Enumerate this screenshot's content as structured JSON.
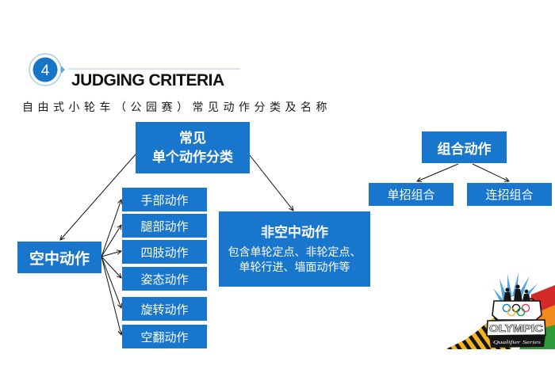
{
  "colors": {
    "box": "#1877cc",
    "header_circle": "#1874c4",
    "header_ring": "#a9cde8",
    "arrow": "#111111"
  },
  "header": {
    "section_number": "4",
    "title": "JUDGING CRITERIA",
    "subtitle": "自由式小轮车（公园赛）常见动作分类及名称"
  },
  "diagram": {
    "root": {
      "line1": "常见",
      "line2": "单个动作分类"
    },
    "aerial": {
      "label": "空中动作",
      "children": [
        "手部动作",
        "腿部动作",
        "四肢动作",
        "姿态动作",
        "旋转动作",
        "空翻动作"
      ]
    },
    "non_aerial": {
      "title": "非空中动作",
      "desc_line1": "包含单轮定点、非轮定点、",
      "desc_line2": "单轮行进、墙面动作等"
    },
    "combo": {
      "label": "组合动作",
      "children": [
        "单招组合",
        "连招组合"
      ]
    }
  },
  "logo": {
    "word": "OLYMPIC",
    "sub": "Qualifier Series",
    "icon": "olympic-rings-icon"
  }
}
